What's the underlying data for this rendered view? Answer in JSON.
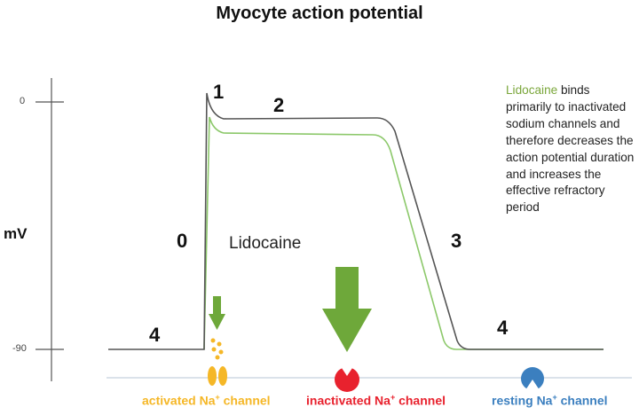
{
  "title": "Myocyte action potential",
  "y_axis": {
    "label": "mV",
    "ticks": [
      "0",
      "-90"
    ]
  },
  "phases": {
    "p0": "0",
    "p1": "1",
    "p2": "2",
    "p3": "3",
    "p4_left": "4",
    "p4_right": "4"
  },
  "drug_label": "Lidocaine",
  "note": {
    "drug": "Lidocaine",
    "rest": " binds primarily to inactivated sodium channels and therefore decreases the action potential duration and increases the effective refractory period"
  },
  "channels": {
    "activated": {
      "pre": "activated Na",
      "sup": "+",
      "post": " channel"
    },
    "inactivated": {
      "pre": "inactivated Na",
      "sup": "+",
      "post": " channel"
    },
    "resting": {
      "pre": "resting Na",
      "sup": "+",
      "post": " channel"
    }
  },
  "colors": {
    "baseline_curve": "#555555",
    "lidocaine_curve": "#8cc86a",
    "arrow_green": "#6ea83a",
    "activated": "#f5b727",
    "inactivated": "#e8222e",
    "resting": "#3b7fbf"
  }
}
